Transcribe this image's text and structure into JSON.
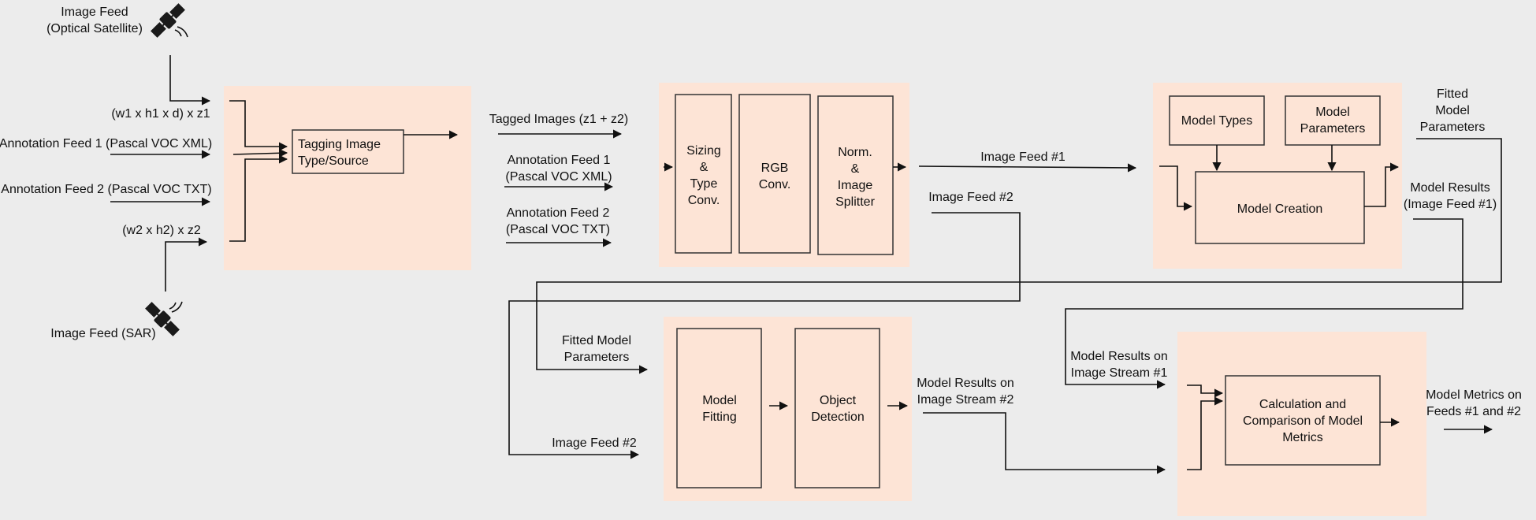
{
  "sources": {
    "optical": [
      "Image Feed",
      "(Optical Satellite)"
    ],
    "sar": [
      "Image Feed (SAR)"
    ]
  },
  "inputs": {
    "dims1": [
      "(w1 x h1 x d) x z1"
    ],
    "ann1": [
      "Annotation Feed 1 (Pascal VOC XML)"
    ],
    "ann2": [
      "Annotation Feed 2 (Pascal VOC TXT)"
    ],
    "dims2": [
      "(w2 x h2) x z2"
    ]
  },
  "tagging": {
    "box": [
      "Tagging Image",
      "Type/Source"
    ]
  },
  "mid_labels": {
    "tagged": [
      "Tagged Images (z1 + z2)"
    ],
    "ann1": [
      "Annotation Feed 1",
      "(Pascal VOC XML)"
    ],
    "ann2": [
      "Annotation Feed 2",
      "(Pascal VOC TXT)"
    ]
  },
  "preprocess": {
    "sizing": [
      "Sizing",
      "&",
      "Type",
      "Conv."
    ],
    "rgb": [
      "RGB",
      "Conv."
    ],
    "norm": [
      "Norm.",
      "&",
      "Image",
      "Splitter"
    ]
  },
  "feeds": {
    "feed1": [
      "Image Feed #1"
    ],
    "feed2_top": [
      "Image Feed #2"
    ],
    "feed2_bottom": [
      "Image Feed #2"
    ]
  },
  "model_creation": {
    "types": [
      "Model Types"
    ],
    "params": [
      "Model",
      "Parameters"
    ],
    "creation": [
      "Model Creation"
    ]
  },
  "outputs": {
    "fitted": [
      "Fitted",
      "Model",
      "Parameters"
    ],
    "results1": [
      "Model Results",
      "(Image Feed #1)"
    ]
  },
  "fitting": {
    "fitted_in": [
      "Fitted Model",
      "Parameters"
    ],
    "model_fitting": [
      "Model",
      "Fitting"
    ],
    "object_detection": [
      "Object",
      "Detection"
    ],
    "results2": [
      "Model Results on",
      "Image Stream #2"
    ]
  },
  "metrics": {
    "stream1": [
      "Model Results on",
      "Image Stream #1"
    ],
    "calc": [
      "Calculation and",
      "Comparison of Model",
      "Metrics"
    ],
    "out": [
      "Model Metrics on",
      "Feeds #1 and #2"
    ]
  }
}
